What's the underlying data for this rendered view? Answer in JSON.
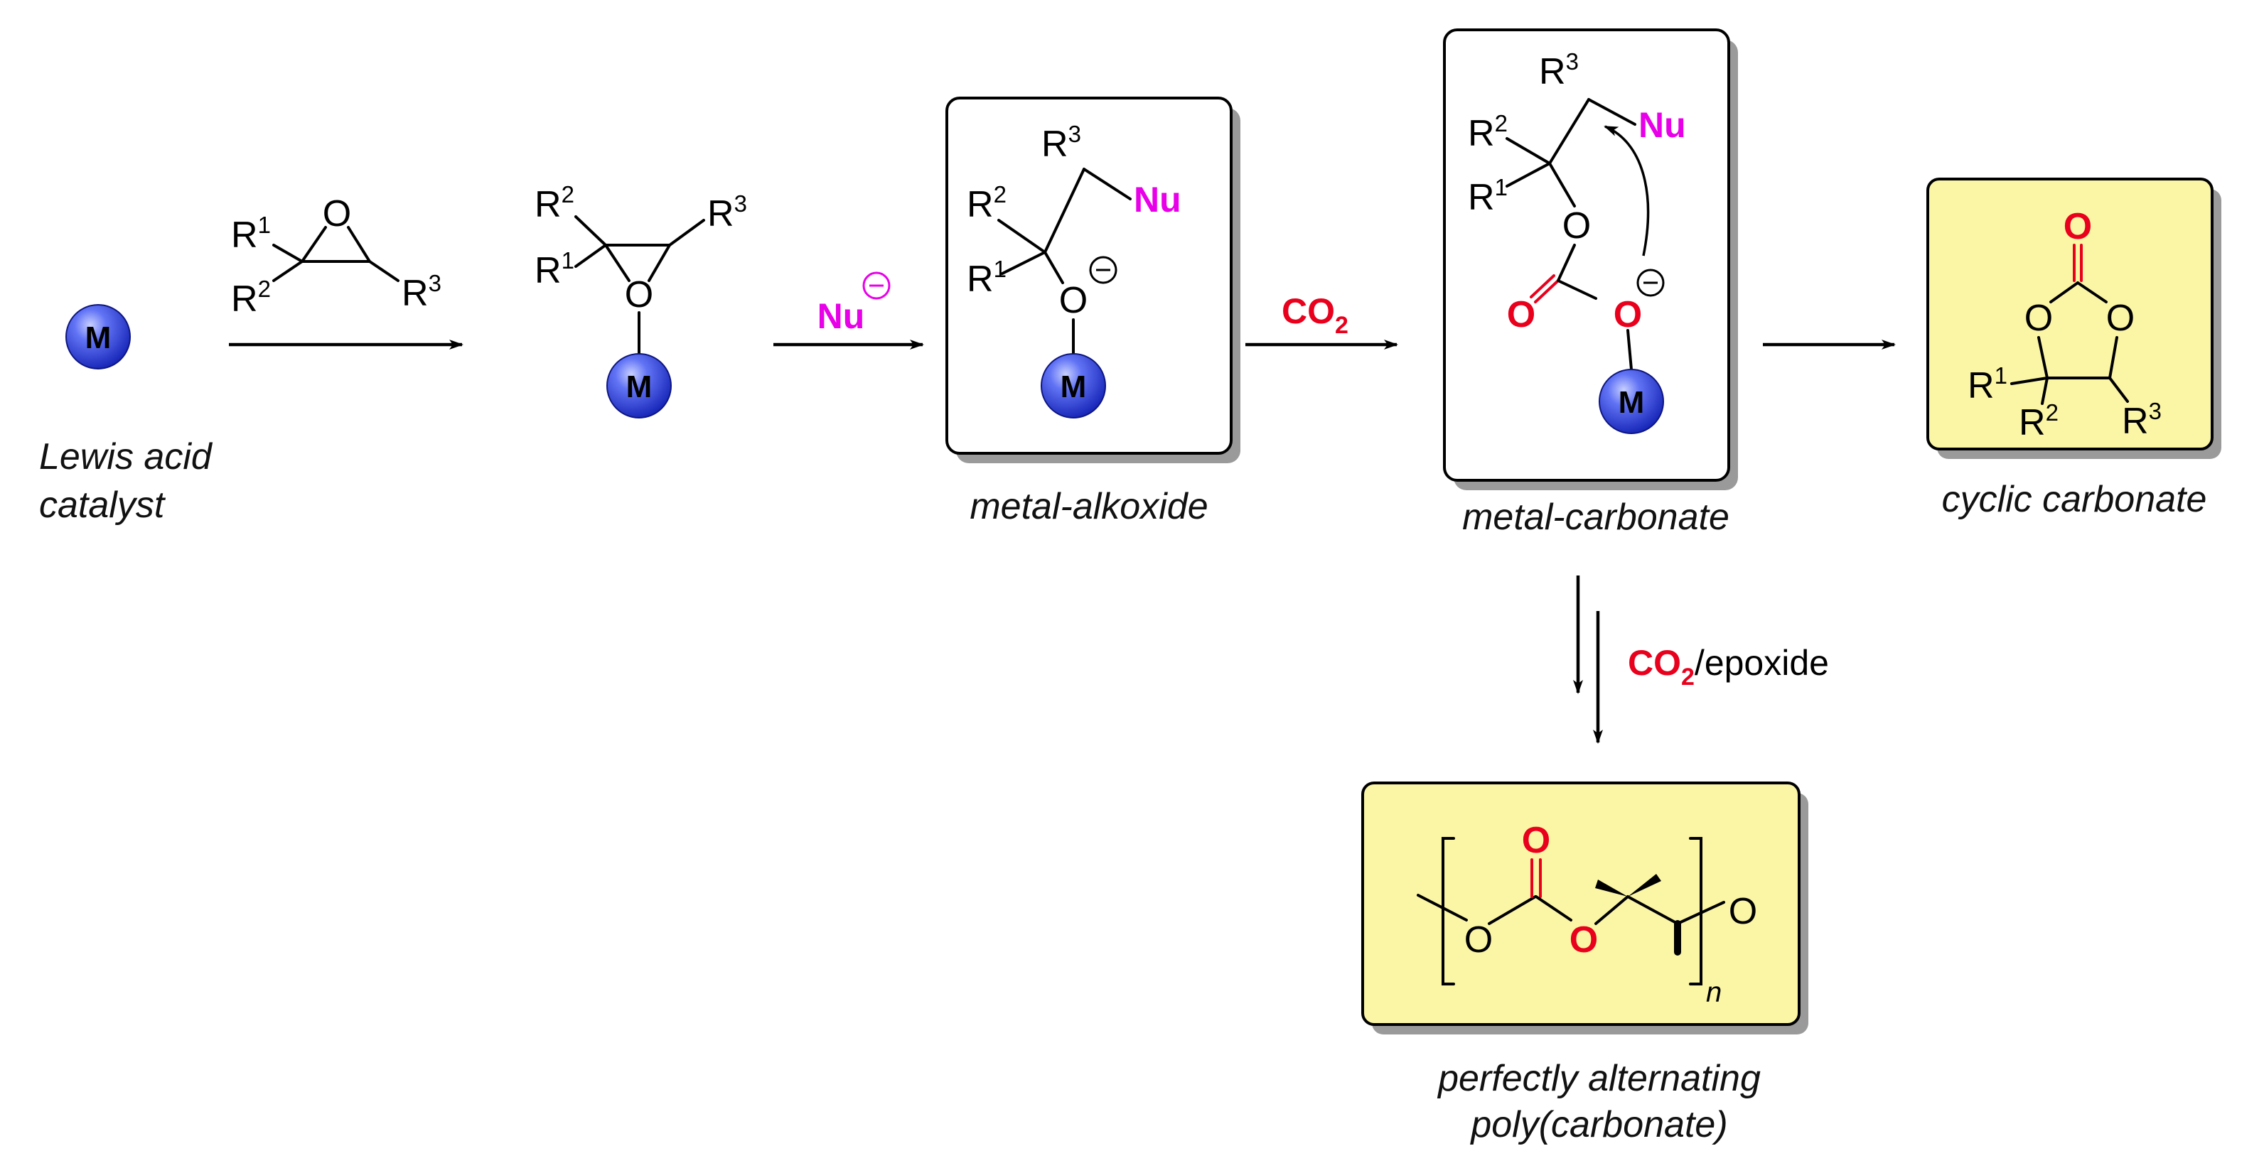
{
  "captions": {
    "lewis_line1": "Lewis acid",
    "lewis_line2": "catalyst",
    "alkoxide": "metal-alkoxide",
    "carbonate_intermediate": "metal-carbonate",
    "cyclic": "cyclic carbonate",
    "poly_line1": "perfectly alternating",
    "poly_line2": "poly(carbonate)"
  },
  "reagents": {
    "nucleophile": "Nu",
    "co2": "CO",
    "co2_sub": "2",
    "copoly_co2": "CO",
    "copoly_sub": "2",
    "copoly_rest": "/epoxide"
  },
  "atoms": {
    "metal": "M",
    "oxygen": "O",
    "nu": "Nu",
    "r": "R",
    "sup1": "1",
    "sup2": "2",
    "sup3": "3",
    "repeat": "n"
  },
  "colors": {
    "metal_fill": "#2a3cd6",
    "metal_highlight": "#9aa8ff",
    "nucleophile": "#e800e8",
    "carbonate_red": "#e8001c",
    "product_box": "#fbf6a6",
    "box_shadow": "#9a9a9a"
  }
}
